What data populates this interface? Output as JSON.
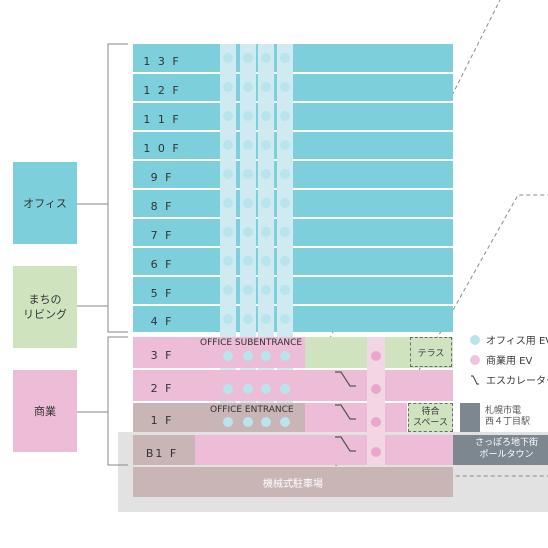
{
  "floors": [
    {
      "label": "1 3 F"
    },
    {
      "label": "1 2 F"
    },
    {
      "label": "1 1 F"
    },
    {
      "label": "1 0 F"
    },
    {
      "label": "9 F"
    },
    {
      "label": "8 F"
    },
    {
      "label": "7 F"
    },
    {
      "label": "6 F"
    },
    {
      "label": "5 F"
    },
    {
      "label": "4 F"
    },
    {
      "label": "3 F"
    },
    {
      "label": "2 F"
    },
    {
      "label": "1 F"
    },
    {
      "label": "B1 F"
    }
  ],
  "zones": {
    "office": "オフィス",
    "machi": "まちの\nリビング",
    "commercial": "商業"
  },
  "labels": {
    "office_subentrance": "OFFICE SUBENTRANCE",
    "office_entrance": "OFFICE ENTRANCE",
    "terrace": "テラス",
    "waiting_space": "待合\nスペース",
    "tram_station": "札幌市電\n西４丁目駅",
    "underground_mall": "さっぽろ地下街\nポールタウン",
    "parking": "機械式駐車場"
  },
  "legend": {
    "office_ev": "オフィス用 EV",
    "commercial_ev": "商業用 EV",
    "escalator": "エスカレーター"
  },
  "colors": {
    "office": "#7ecfdc",
    "commercial": "#edbcd6",
    "machi": "#cfe3bf",
    "lobby": "#c9b4b6",
    "parking_bg": "#e2e2e2",
    "dark_gray": "#7d8790",
    "core": "#cfeaf0"
  }
}
